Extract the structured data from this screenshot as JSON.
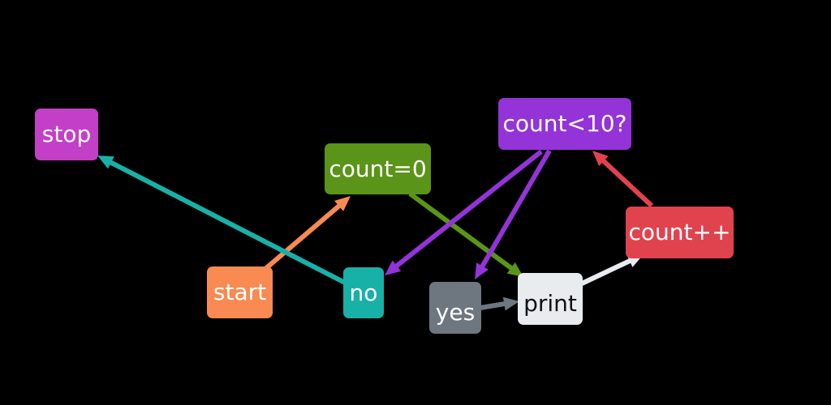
{
  "nodes": {
    "stop": {
      "label": "stop",
      "color": "#c43fc7",
      "text_color": "#ffffff"
    },
    "count0": {
      "label": "count=0",
      "color": "#5a9419",
      "text_color": "#ffffff"
    },
    "cond": {
      "label": "count<10?",
      "color": "#9333d8",
      "text_color": "#ffffff"
    },
    "incr": {
      "label": "count++",
      "color": "#e0434e",
      "text_color": "#ffffff"
    },
    "start": {
      "label": "start",
      "color": "#f88a52",
      "text_color": "#ffffff"
    },
    "no": {
      "label": "no",
      "color": "#17b1a8",
      "text_color": "#ffffff"
    },
    "yes": {
      "label": "yes",
      "color": "#6e7780",
      "text_color": "#ffffff"
    },
    "print": {
      "label": "print",
      "color": "#e8ecef",
      "text_color": "#111111"
    }
  },
  "edges": [
    {
      "from": "start",
      "to": "count0",
      "color": "#f88a52"
    },
    {
      "from": "count0",
      "to": "print",
      "color": "#5a9419"
    },
    {
      "from": "cond",
      "to": "no",
      "color": "#9333d8"
    },
    {
      "from": "cond",
      "to": "yes",
      "color": "#9333d8"
    },
    {
      "from": "yes",
      "to": "print",
      "color": "#6e7780"
    },
    {
      "from": "print",
      "to": "incr",
      "color": "#e8ecef"
    },
    {
      "from": "incr",
      "to": "cond",
      "color": "#e0434e"
    },
    {
      "from": "no",
      "to": "stop",
      "color": "#17b1a8"
    }
  ]
}
